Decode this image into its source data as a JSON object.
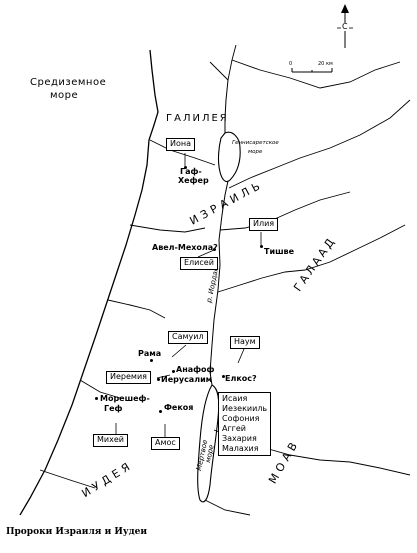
{
  "compass": {
    "letter": "С"
  },
  "scale": {
    "zero": "0",
    "max": "20 км"
  },
  "seas": {
    "mediterranean_line1": "Средиземное",
    "mediterranean_line2": "море",
    "gennesaret_line1": "Геннисаретское",
    "gennesaret_line2": "море",
    "dead_sea_line1": "Мертвое",
    "dead_sea_line2": "море"
  },
  "regions": {
    "galilee": "ГАЛИЛЕЯ",
    "israel": "ИЗРАИЛЬ",
    "gilead": "ГАЛААД",
    "judea": "ИУДЕЯ",
    "moab": "МОАВ"
  },
  "river": {
    "jordan": "р. Иордан"
  },
  "towns": {
    "gath_hepher_line1": "Гаф-",
    "gath_hepher_line2": "Хефер",
    "abel_meholah": "Авел-Мехола?",
    "tishbe": "Тишве",
    "ramah": "Рама",
    "anathoth": "Анафоф",
    "jerusalem": "Иерусалим",
    "elkosh": "Елкос?",
    "moresheth_line1": "Морешеф-",
    "moresheth_line2": "Геф",
    "tekoa": "Фекоя"
  },
  "prophets": {
    "jonah": "Иона",
    "elijah": "Илия",
    "elisha": "Елисей",
    "samuel": "Самуил",
    "nahum": "Наум",
    "jeremiah": "Иеремия",
    "micah": "Михей",
    "amos": "Амос",
    "jerusalem_list": [
      "Исаия",
      "Иезекииль",
      "Софония",
      "Аггей",
      "Захария",
      "Малахия"
    ]
  },
  "caption": "Пророки Израиля и Иудеи"
}
